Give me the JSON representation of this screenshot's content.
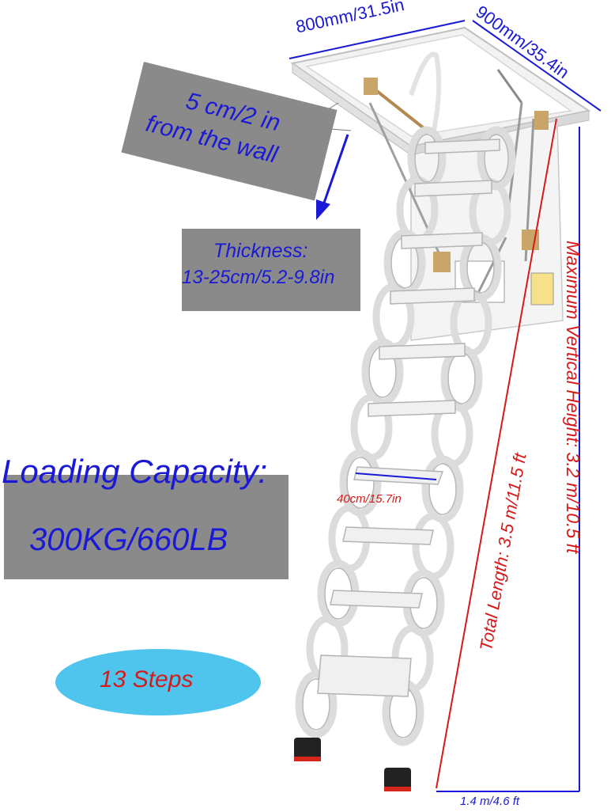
{
  "labels": {
    "width_dim": "800mm/31.5in",
    "depth_dim": "900mm/35.4in",
    "wall_gap_line1": "5 cm/2 in",
    "wall_gap_line2": "from the wall",
    "thickness_line1": "Thickness:",
    "thickness_line2": "13-25cm/5.2-9.8in",
    "capacity_title": "Loading Capacity:",
    "capacity_value": "300KG/660LB",
    "steps": "13 Steps",
    "step_width": "40cm/15.7in",
    "total_length": "Total Length: 3.5 m/11.5 ft",
    "max_height": "Maximum Vertical Height: 3.2 m/10.5 ft",
    "base_width": "1.4 m/4.6 ft"
  },
  "colors": {
    "label_box": "#8a8a8a",
    "accent_blue": "#1a1ad6",
    "accent_red": "#d61a1a",
    "steps_badge": "#4fc4ec"
  }
}
